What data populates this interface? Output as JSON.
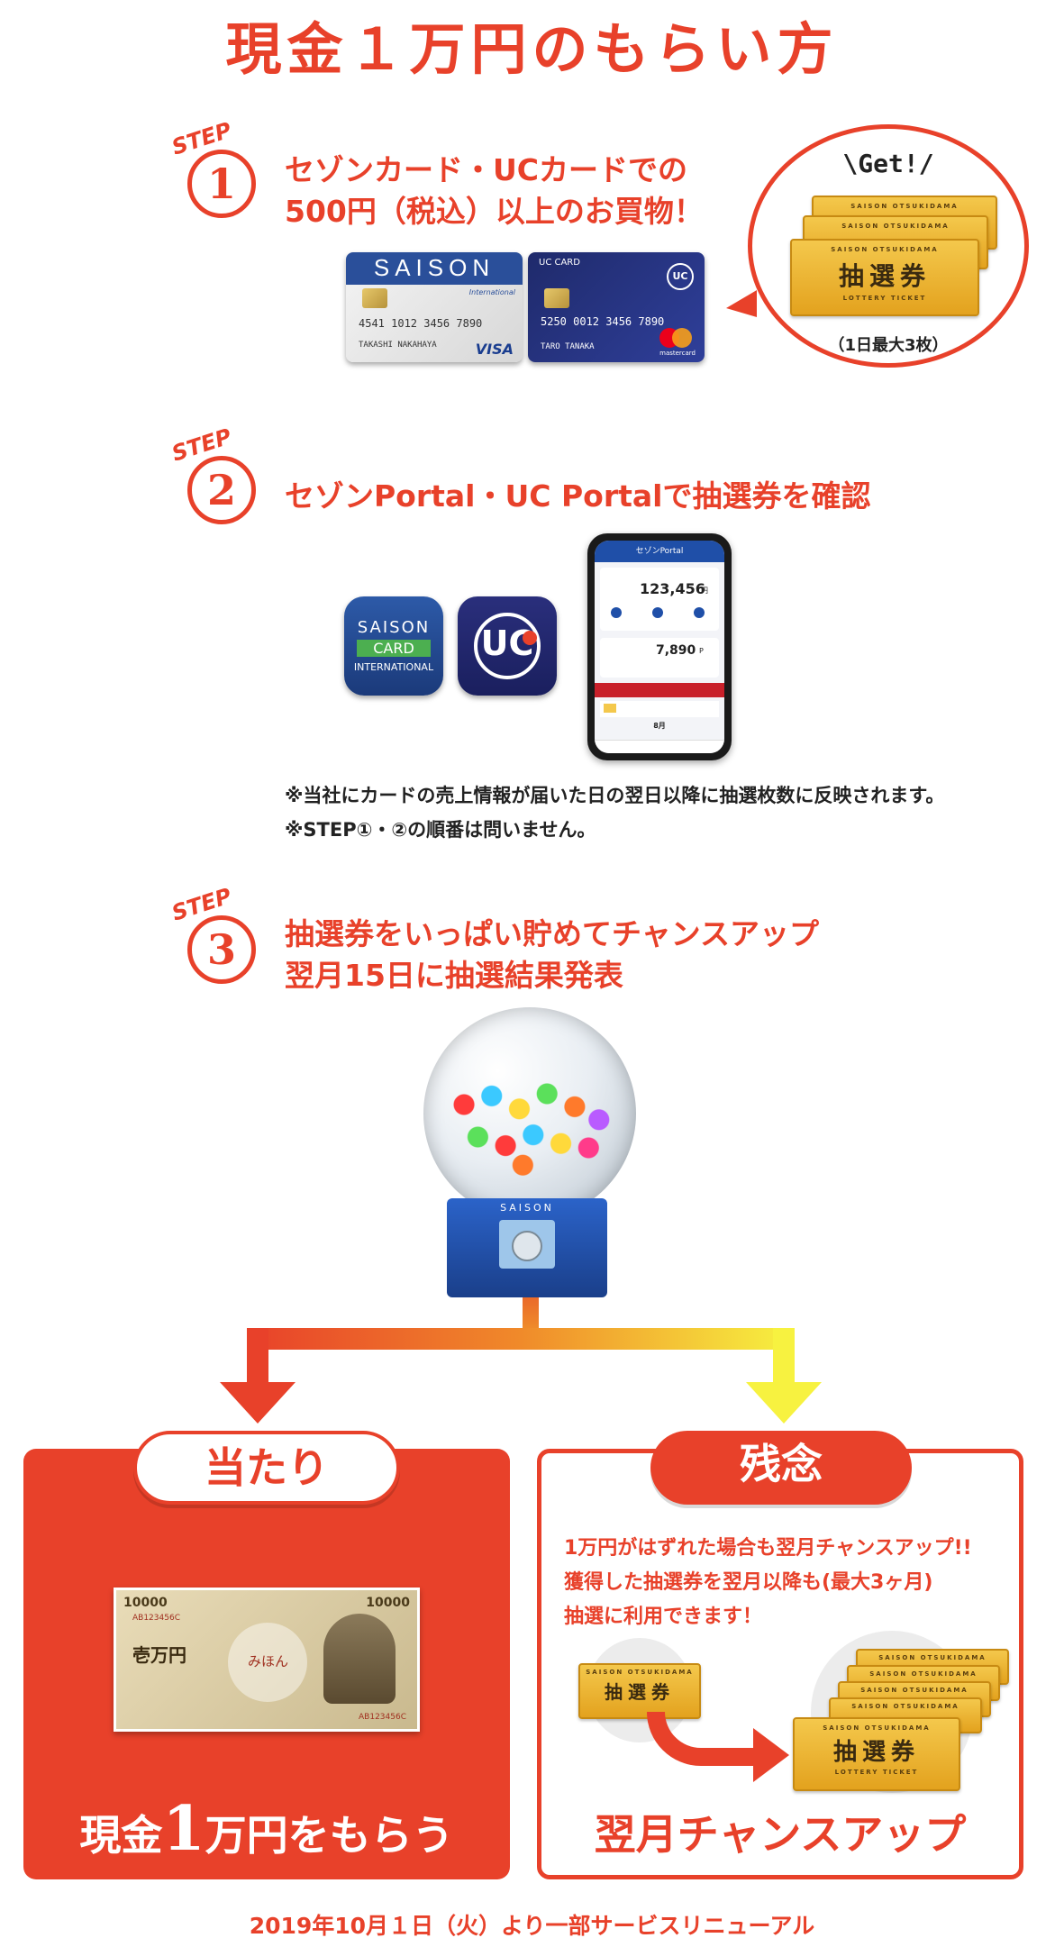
{
  "title": "現金１万円のもらい方",
  "steps": [
    {
      "label": "STEP",
      "number": "1",
      "lines": [
        "セゾンカード・UCカードでの",
        "500円（税込）以上のお買物！"
      ]
    },
    {
      "label": "STEP",
      "number": "2",
      "lines": [
        "セゾンPortal・UC Portalで抽選券を確認"
      ]
    },
    {
      "label": "STEP",
      "number": "3",
      "lines": [
        "抽選券をいっぱい貯めてチャンスアップ",
        "翌月15日に抽選結果発表"
      ]
    }
  ],
  "cards": {
    "saison": {
      "brand": "SAISON",
      "sub": "International",
      "number": "4541 1012 3456 7890",
      "holder": "TAKASHI NAKAHAYA",
      "network": "VISA"
    },
    "uc": {
      "brand": "UC CARD",
      "logo": "UC",
      "number": "5250 0012 3456 7890",
      "holder": "TARO TANAKA",
      "network": "mastercard"
    }
  },
  "bubble": {
    "get": "\\Get!/",
    "ticket_top": "SAISON OTSUKIDAMA",
    "ticket_main": "抽選券",
    "ticket_bottom": "LOTTERY TICKET",
    "caption": "（1日最大3枚）"
  },
  "apps": {
    "saison_line1": "SAISON",
    "saison_line2": "CARD",
    "saison_line3": "INTERNATIONAL",
    "uc": "UC"
  },
  "phone": {
    "header": "セゾンPortal",
    "amount": "123,456",
    "amount_unit": "円",
    "points": "7,890",
    "points_unit": "P",
    "month": "8月"
  },
  "notes": [
    "※当社にカードの売上情報が届いた日の翌日以降に抽選枚数に反映されます。",
    "※STEP①・②の順番は問いません。"
  ],
  "gacha": {
    "brand": "SAISON"
  },
  "result_win": {
    "label": "当たり",
    "bill_value": "10000",
    "bill_name": "壱万円",
    "bill_mark": "みほん",
    "bill_serial": "AB123456C",
    "bottom_a": "現金",
    "bottom_num": "1",
    "bottom_b": "万円をもらう"
  },
  "result_lose": {
    "label": "残念",
    "lines": [
      "1万円がはずれた場合も翌月チャンスアップ!!",
      "獲得した抽選券を翌月以降も(最大3ヶ月)",
      "抽選に利用できます！"
    ],
    "ticket_main": "抽選券",
    "ticket_top": "SAISON OTSUKIDAMA",
    "ticket_bottom": "LOTTERY TICKET",
    "bottom": "翌月チャンスアップ"
  },
  "footer": "2019年10月１日（火）より一部サービスリニューアル",
  "colors": {
    "accent": "#e8412a",
    "gold": "#f4c84c",
    "arrow_left": "#e8412a",
    "arrow_right": "#f7f240"
  }
}
